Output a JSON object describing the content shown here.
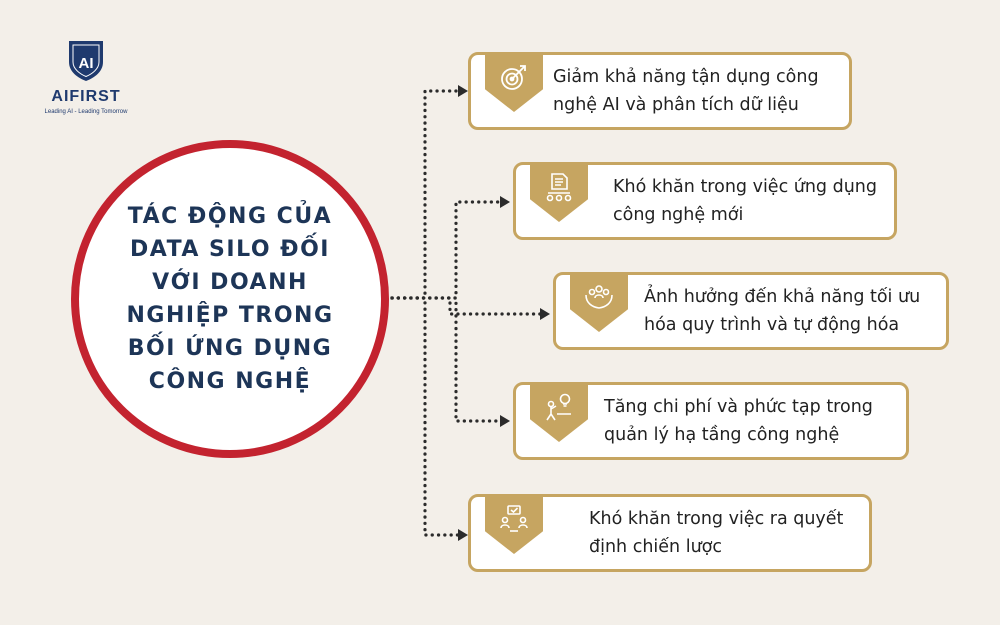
{
  "logo": {
    "mark": "AI",
    "name": "AIFIRST",
    "tagline": "Leading AI - Leading Tomorrow"
  },
  "center": {
    "title": "TÁC ĐỘNG CỦA DATA SILO ĐỐI VỚI DOANH NGHIỆP TRONG BỐI ỨNG DỤNG CÔNG NGHỆ"
  },
  "items": [
    {
      "text": "Giảm khả năng tận dụng công nghệ AI và phân tích dữ liệu",
      "icon": "target-icon"
    },
    {
      "text": "Khó khăn trong việc ứng dụng công nghệ mới",
      "icon": "document-chart-icon"
    },
    {
      "text": "Ảnh hưởng đến khả năng tối ưu hóa quy trình và tự động hóa",
      "icon": "team-hands-icon"
    },
    {
      "text": "Tăng chi phí và phức tạp trong quản lý hạ tầng công nghệ",
      "icon": "person-idea-icon"
    },
    {
      "text": "Khó khăn trong việc ra quyết định chiến lược",
      "icon": "decision-meeting-icon"
    }
  ],
  "colors": {
    "background": "#f3efe9",
    "circle_border": "#c3232f",
    "title_text": "#1d3557",
    "accent_gold": "#c6a561",
    "connector": "#2b2b2b",
    "logo_navy": "#1f3a6e"
  }
}
